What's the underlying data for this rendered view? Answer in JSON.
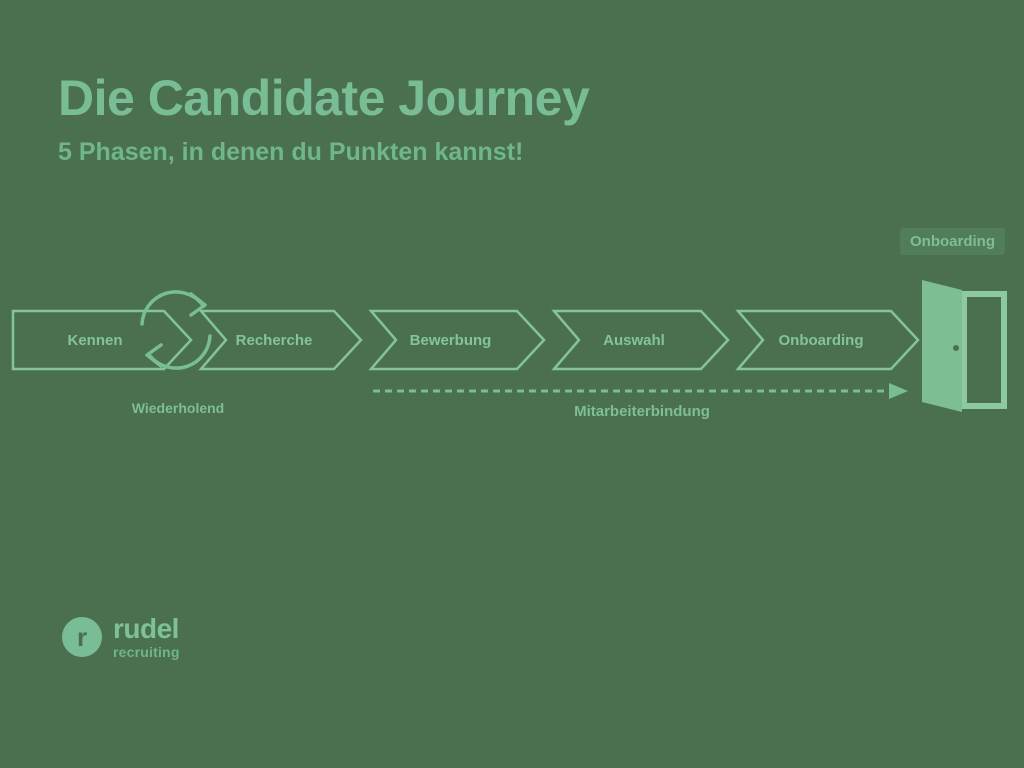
{
  "header": {
    "title": "Die Candidate Journey",
    "subtitle": "5 Phasen, in denen du Punkten kannst!"
  },
  "colors": {
    "background": "#4a7050",
    "accent": "#79bd96",
    "accent_light": "#84c39b",
    "accent_muted": "#6fb68c"
  },
  "flow": {
    "stages": [
      {
        "label": "Kennen",
        "icon": "chevron-stage-icon"
      },
      {
        "label": "Recherche",
        "icon": "chevron-stage-icon"
      },
      {
        "label": "Bewerbung",
        "icon": "chevron-stage-icon"
      },
      {
        "label": "Auswahl",
        "icon": "chevron-stage-icon"
      },
      {
        "label": "Onboarding",
        "icon": "chevron-stage-icon"
      }
    ],
    "loop": {
      "label": "Wiederholend",
      "icon": "loop-arrow-icon"
    },
    "retention": {
      "label": "Mitarbeiterbindung",
      "icon": "dashed-arrow-icon"
    },
    "exit": {
      "badge": "Onboarding",
      "icon": "open-door-icon"
    }
  },
  "logo": {
    "mark": "r",
    "name": "rudel",
    "sub": "recruiting"
  }
}
